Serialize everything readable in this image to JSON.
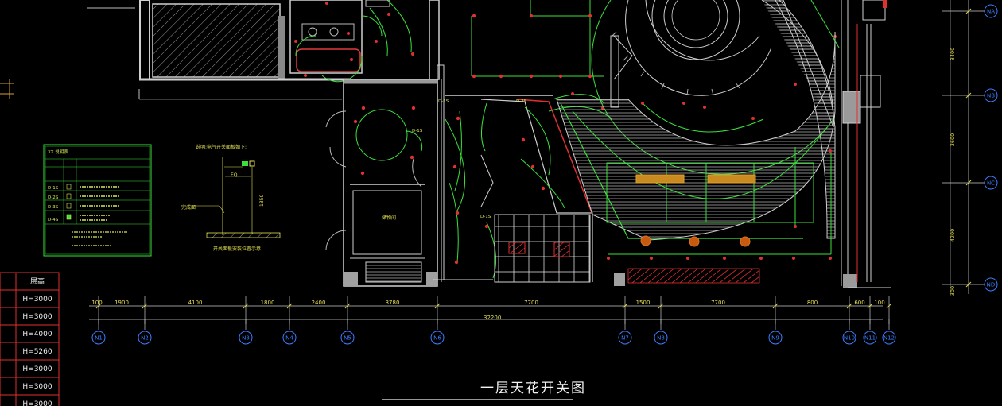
{
  "drawing_title": "一层天花开关图",
  "dimension_text": {
    "segments": [
      "100",
      "1900",
      "4100",
      "1800",
      "2400",
      "3780",
      "7700",
      "1500",
      "7700",
      "800",
      "600",
      "100"
    ],
    "total": "32200"
  },
  "axis_labels": [
    "N1",
    "N2",
    "N3",
    "N4",
    "N5",
    "N6",
    "N7",
    "N8",
    "N9",
    "N10",
    "N11",
    "N12"
  ],
  "right_dims": [
    "3400",
    "3600",
    "4200",
    "300"
  ],
  "right_axes": [
    "NA",
    "NB",
    "NC",
    "ND"
  ],
  "fixture_tags": [
    "D-1S",
    "D-2S",
    "D-1S",
    "D-1S"
  ],
  "legend": {
    "title": "XX 说明表",
    "rows": [
      "D-1S",
      "D-2S",
      "D-3S",
      "D-4S"
    ]
  },
  "note": {
    "heading": "说明:电气开关面板如下:",
    "eq": "EQ",
    "height": "1350",
    "wall_label": "完成面",
    "caption": "开关面板安装位置示意"
  },
  "height_table": {
    "header": "层高",
    "rows": [
      "H=3000",
      "H=3000",
      "H=4000",
      "H=5260",
      "H=3000",
      "H=3000",
      "H=3000"
    ]
  }
}
